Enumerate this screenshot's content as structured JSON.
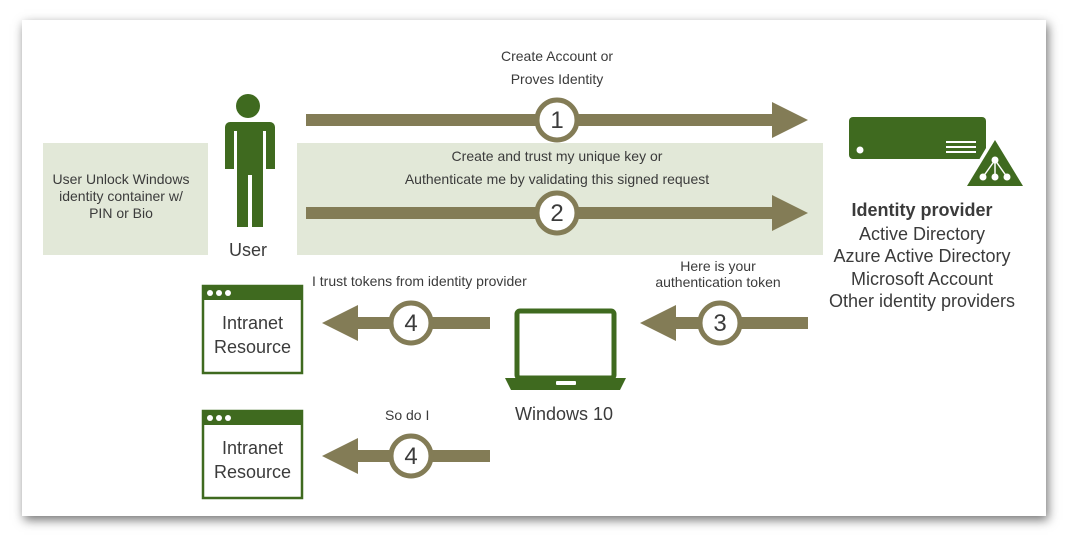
{
  "step1": {
    "number": "1",
    "line1": "Create Account or",
    "line2": "Proves Identity"
  },
  "step2": {
    "number": "2",
    "line1": "Create and trust my unique key or",
    "line2": "Authenticate me by validating this signed request"
  },
  "step3": {
    "number": "3",
    "line1": "Here is your",
    "line2": "authentication token"
  },
  "step4a": {
    "number": "4",
    "label": "I trust tokens from identity provider"
  },
  "step4b": {
    "number": "4",
    "label": "So do I"
  },
  "unlock": {
    "line1": "User Unlock Windows",
    "line2": "identity container w/",
    "line3": "PIN or Bio"
  },
  "user": {
    "label": "User"
  },
  "device": {
    "label": "Windows 10"
  },
  "resource1": {
    "line1": "Intranet",
    "line2": "Resource"
  },
  "resource2": {
    "line1": "Intranet",
    "line2": "Resource"
  },
  "identity_provider": {
    "title": "Identity provider",
    "items": [
      "Active Directory",
      "Azure Active Directory",
      "Microsoft Account",
      "Other identity providers"
    ]
  },
  "colors": {
    "arrow": "#837c56",
    "green": "#3f6a1f",
    "panel": "#e2e8d8",
    "text": "#3b3b3b"
  }
}
